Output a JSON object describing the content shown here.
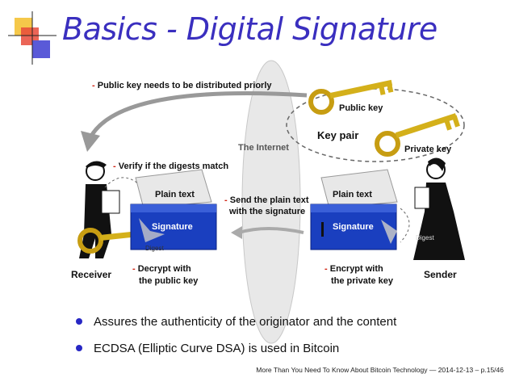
{
  "title": "Basics - Digital Signature",
  "diagram": {
    "public_key_note": "Public key needs to be distributed priorly",
    "public_key_label": "Public key",
    "key_pair_label": "Key pair",
    "private_key_label": "Private key",
    "internet_label": "The Internet",
    "verify_note": "Verify if the digests match",
    "send_note_line1": "Send the plain text",
    "send_note_line2": "with the signature",
    "receiver_box": {
      "plain_text": "Plain text",
      "signature": "Signature",
      "digest": "Digest"
    },
    "sender_box": {
      "plain_text": "Plain text",
      "signature": "Signature",
      "digest": "Digest"
    },
    "decrypt_line1": "Decrypt with",
    "decrypt_line2": "the public key",
    "encrypt_line1": "Encrypt with",
    "encrypt_line2": "the private key",
    "receiver_label": "Receiver",
    "sender_label": "Sender"
  },
  "bullets": [
    "Assures the authenticity of the originator and the content",
    "ECDSA (Elliptic Curve DSA) is used in Bitcoin"
  ],
  "footer": "More Than You Need To Know About Bitcoin Technology — 2014-12-13 – p.15/46",
  "colors": {
    "title": "#3a2fbf",
    "box": "#1a3fbf",
    "key": "#d4b01a",
    "dash": "#d02010"
  }
}
